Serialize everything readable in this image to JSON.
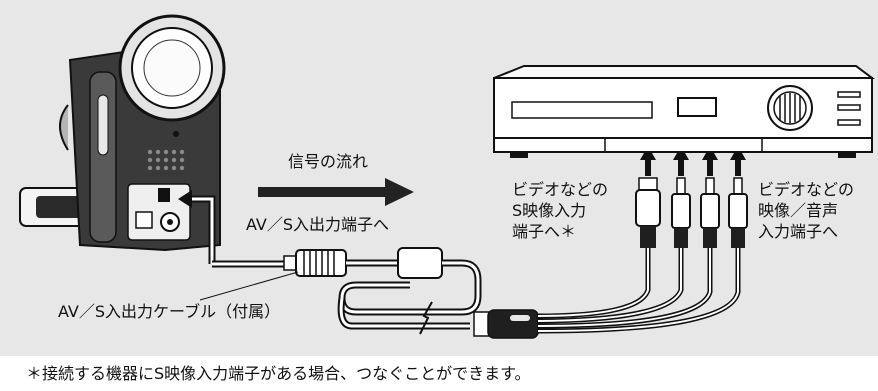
{
  "labels": {
    "signal_flow": "信号の流れ",
    "av_terminal": "AV／S入出力端子へ",
    "cable": "AV／S入出力ケーブル（付属）",
    "s_video_in": [
      "ビデオなどの",
      "S映像入力",
      "端子へ＊"
    ],
    "video_audio_in": [
      "ビデオなどの",
      "映像／音声",
      "入力端子へ"
    ]
  },
  "footnote": "＊接続する機器にS映像入力端子がある場合、つなぐことができます。"
}
